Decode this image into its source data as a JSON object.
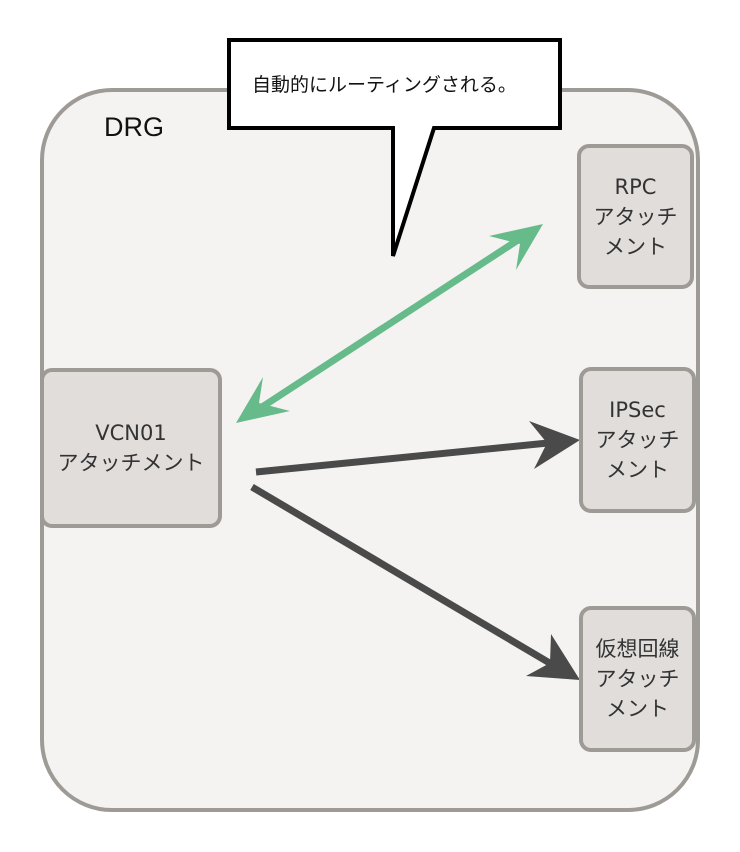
{
  "container": {
    "label": "DRG",
    "fill": "#f4f3f2",
    "stroke": "#9e9a95"
  },
  "callout": {
    "text": "自動的にルーティングされる。"
  },
  "nodes": {
    "vcn": {
      "line1": "VCN01",
      "line2": "アタッチメント"
    },
    "rpc": {
      "line1": "RPC",
      "line2": "アタッチ",
      "line3": "メント"
    },
    "ipsec": {
      "line1": "IPSec",
      "line2": "アタッチ",
      "line3": "メント"
    },
    "virtual_circuit": {
      "line1": "仮想回線",
      "line2": "アタッチ",
      "line3": "メント"
    }
  },
  "edges": [
    {
      "from": "vcn",
      "to": "rpc",
      "direction": "bidirectional",
      "color": "#67bb8a"
    },
    {
      "from": "vcn",
      "to": "ipsec",
      "direction": "forward",
      "color": "#4a4a4a"
    },
    {
      "from": "vcn",
      "to": "virtual_circuit",
      "direction": "forward",
      "color": "#4a4a4a"
    }
  ]
}
